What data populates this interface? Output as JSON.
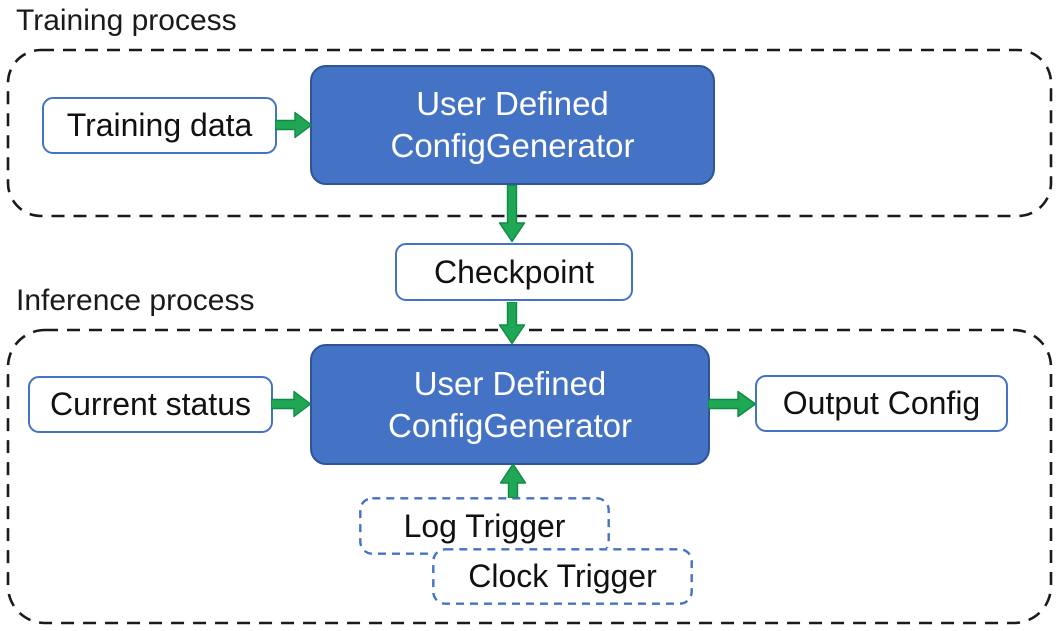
{
  "labels": {
    "training_process": "Training process",
    "inference_process": "Inference process"
  },
  "training_section": {
    "input_box": "Training data",
    "generator": {
      "line1": "User Defined",
      "line2": "ConfigGenerator"
    }
  },
  "checkpoint_box": {
    "label": "Checkpoint"
  },
  "inference_section": {
    "input_box": "Current status",
    "generator": {
      "line1": "User Defined",
      "line2": "ConfigGenerator"
    },
    "output_box": "Output Config",
    "triggers": {
      "log": "Log Trigger",
      "clock": "Clock Trigger"
    }
  },
  "colors": {
    "node_fill_blue": "#4472C4",
    "node_border_blue": "#2F5597",
    "light_box_border_blue": "#4472C4",
    "trigger_dashed_border_blue": "#4472C4",
    "arrow_green": "#1FA755",
    "arrow_green_outline": "#0F8A43",
    "dashed_container_black": "#1a1a1a",
    "text_dark": "#111111",
    "text_on_blue": "#ffffff"
  }
}
